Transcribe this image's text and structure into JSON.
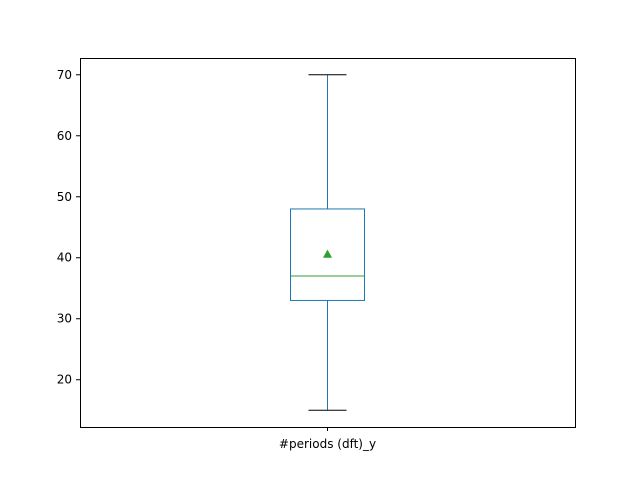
{
  "chart_data": {
    "type": "box",
    "title": "",
    "xlabel": "",
    "ylabel": "",
    "categories": [
      "#periods (dft)_y"
    ],
    "ylim": [
      12.25,
      72.75
    ],
    "yticks": [
      20,
      30,
      40,
      50,
      60,
      70
    ],
    "grid": false,
    "boxes": [
      {
        "category": "#periods (dft)_y",
        "whisker_low": 15,
        "q1": 33,
        "median": 37,
        "q3": 48,
        "whisker_high": 70,
        "mean": 40.6
      }
    ],
    "colors": {
      "box": "#1f77b4",
      "median": "#2ca02c",
      "mean_marker": "#2ca02c",
      "axis": "#000000"
    }
  }
}
